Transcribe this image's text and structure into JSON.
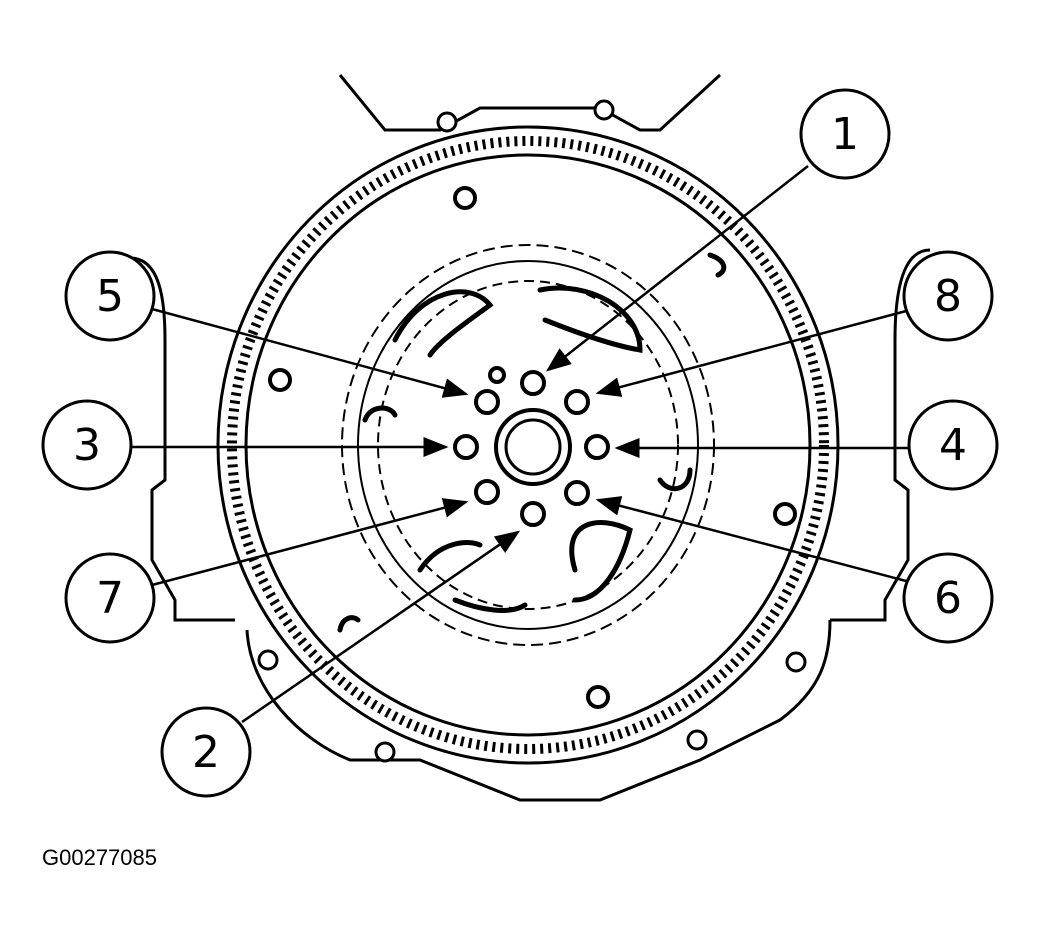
{
  "figure_id": "G00277085",
  "callouts": [
    {
      "number": "1",
      "target": "bolt-1"
    },
    {
      "number": "2",
      "target": "bolt-2"
    },
    {
      "number": "3",
      "target": "bolt-3"
    },
    {
      "number": "4",
      "target": "bolt-4"
    },
    {
      "number": "5",
      "target": "bolt-5"
    },
    {
      "number": "6",
      "target": "bolt-6"
    },
    {
      "number": "7",
      "target": "bolt-7"
    },
    {
      "number": "8",
      "target": "bolt-8"
    }
  ]
}
